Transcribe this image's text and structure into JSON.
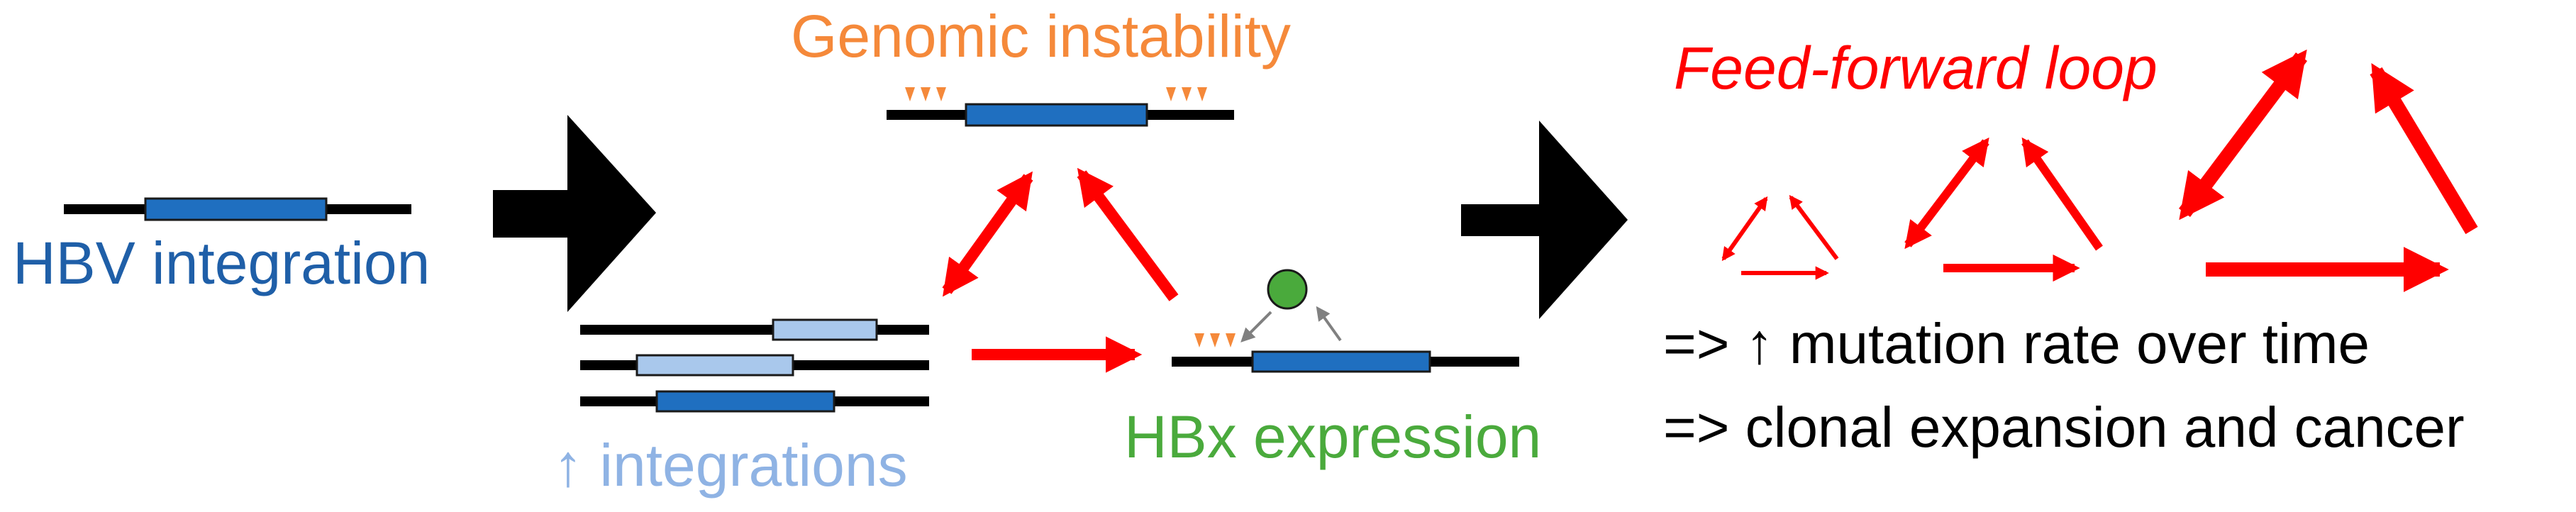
{
  "labels": {
    "hbv_integration": "HBV integration",
    "genomic_instability": "Genomic instability",
    "integrations": "↑ integrations",
    "hbx_expression": "HBx expression",
    "feed_forward_loop": "Feed-forward loop",
    "mutation_rate": "=> ↑ mutation rate over time",
    "clonal_expansion": "=> clonal expansion and cancer"
  },
  "colors": {
    "dna_line": "#000000",
    "hbv_segment": "#1f6fc0",
    "hbv_segment_light": "#a9c8ec",
    "hbv_label": "#1f5fa8",
    "genomic_label": "#f5893a",
    "integrations_label": "#8fb3e4",
    "hbx_label": "#4aaa3c",
    "loop_red": "#ff0000",
    "mutation_mark": "#f5893a",
    "hbx_protein": "#4aaa3c",
    "gray_arrow": "#808080"
  }
}
